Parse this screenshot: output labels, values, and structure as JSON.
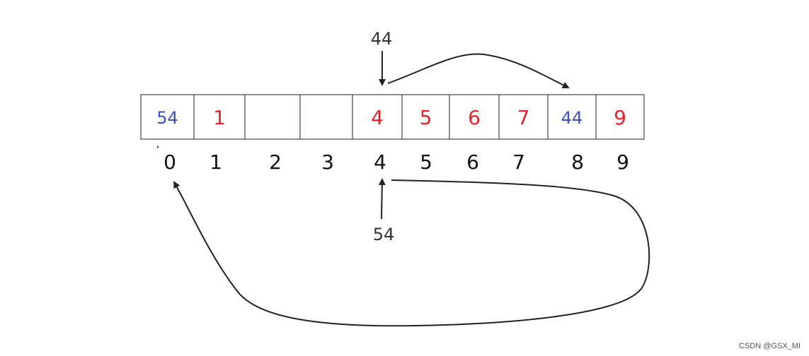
{
  "colors": {
    "red": "#e8202a",
    "blue": "#3b4fc8",
    "line": "#222222",
    "index": "#111111"
  },
  "cells": [
    {
      "text": "54",
      "color": "#3b4fc8"
    },
    {
      "text": "1",
      "color": "#e8202a"
    },
    {
      "text": "",
      "color": "#e8202a"
    },
    {
      "text": "",
      "color": "#e8202a"
    },
    {
      "text": "4",
      "color": "#e8202a"
    },
    {
      "text": "5",
      "color": "#e8202a"
    },
    {
      "text": "6",
      "color": "#e8202a"
    },
    {
      "text": "7",
      "color": "#e8202a"
    },
    {
      "text": "44",
      "color": "#3b4fc8"
    },
    {
      "text": "9",
      "color": "#e8202a"
    }
  ],
  "indices": [
    "0",
    "1",
    "2",
    "3",
    "4",
    "5",
    "6",
    "7",
    "8",
    "9"
  ],
  "labels": {
    "top": "44",
    "bottom": "54"
  },
  "watermark": "CSDN @GSX_MI"
}
